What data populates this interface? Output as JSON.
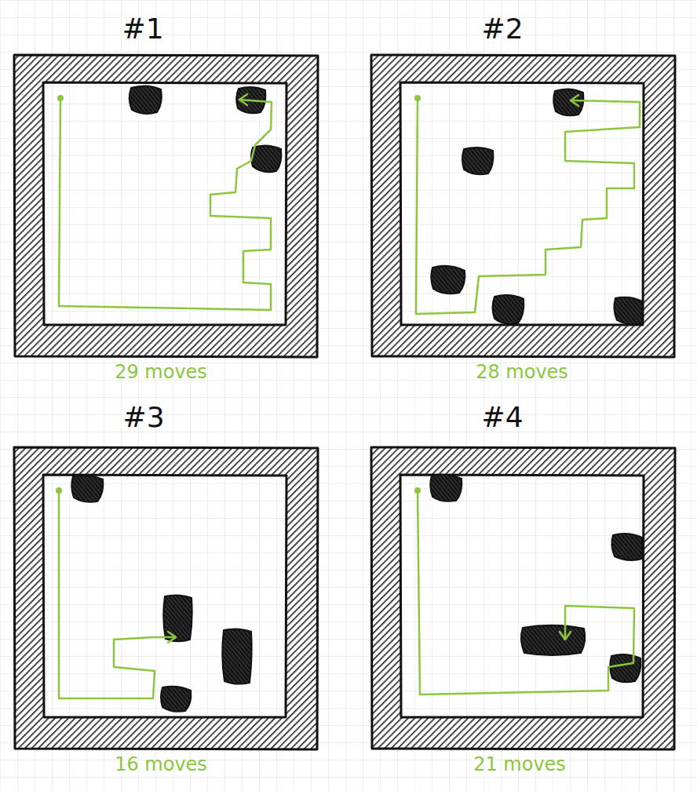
{
  "diagram": {
    "labels": [
      "#1",
      "29 moves",
      "#2",
      "28 moves",
      "#3",
      "16 moves",
      "#4",
      "21 moves"
    ]
  }
}
